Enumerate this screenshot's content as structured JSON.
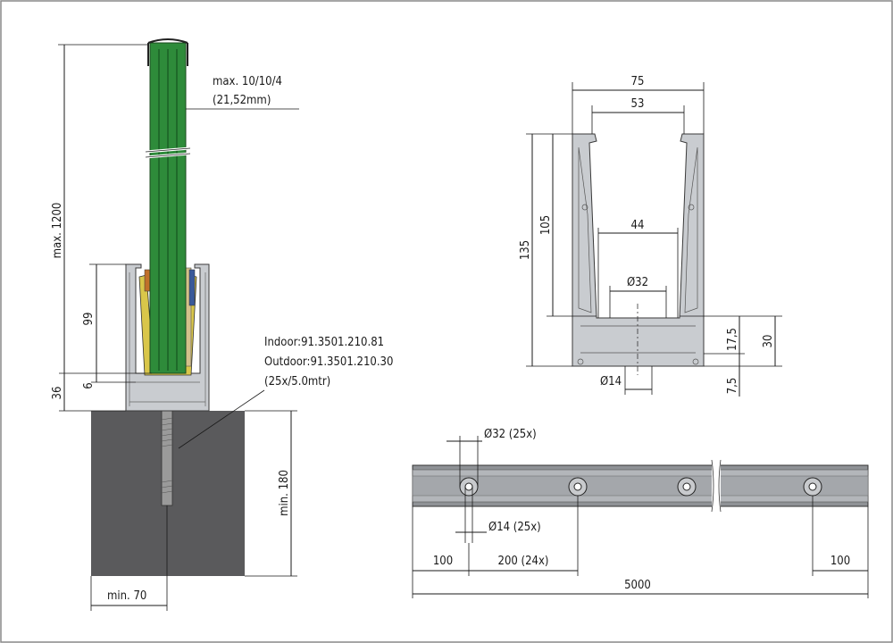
{
  "labels": {
    "glass_spec_line1": "max. 10/10/4",
    "glass_spec_line2": "(21,52mm)",
    "height_max": "max. 1200",
    "dim_99": "99",
    "dim_36": "36",
    "dim_6": "6",
    "article_indoor": "Indoor:91.3501.210.81",
    "article_outdoor": "Outdoor:91.3501.210.30",
    "article_qty": "(25x/5.0mtr)",
    "concrete_min_180": "min. 180",
    "concrete_min_70": "min. 70",
    "w75": "75",
    "w53": "53",
    "w44": "44",
    "d32": "Ø32",
    "d14": "Ø14",
    "h135": "135",
    "h105": "105",
    "h17_5": "17,5",
    "h30": "30",
    "h7_5": "7,5",
    "hole_large": "Ø32 (25x)",
    "hole_small": "Ø14 (25x)",
    "len_100_left": "100",
    "len_200": "200 (24x)",
    "len_100_right": "100",
    "len_5000": "5000"
  },
  "colors": {
    "glass": "#2e8b3a",
    "glass_dark": "#1f6a2a",
    "profile": "#c9ccd0",
    "concrete": "#5a5a5c",
    "clamp": "#d9c64a",
    "line": "#1a1a1a"
  }
}
